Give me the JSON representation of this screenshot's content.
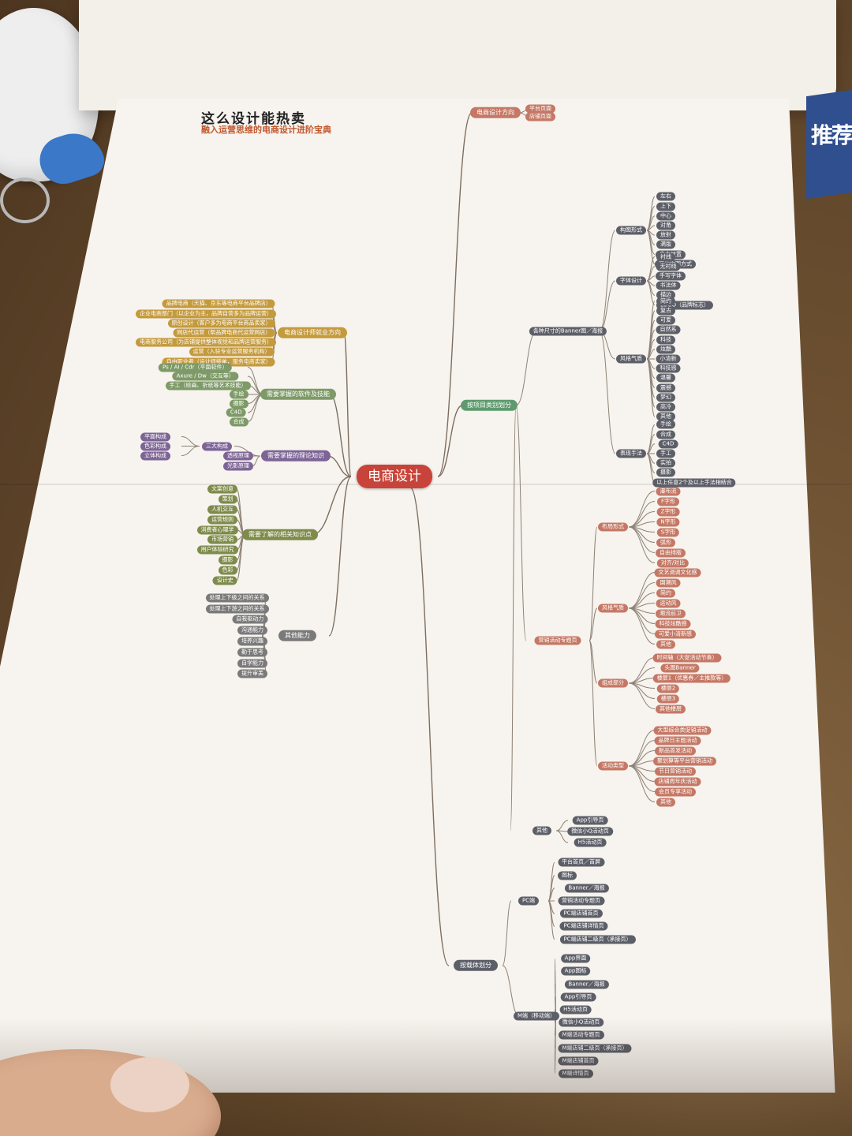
{
  "title": "这么设计能热卖",
  "subtitle": "融入运营思维的电商设计进阶宝典",
  "spine_text": "推荐",
  "colors": {
    "root": "#c8443a",
    "gold": "#c49a3d",
    "olive": "#7d9a67",
    "purple": "#7d6496",
    "greenish": "#7e8b4b",
    "gray": "#7a7a7a",
    "green": "#5e9a6e",
    "salmon": "#c57865",
    "slate": "#5d5f68",
    "teal": "#6aa290"
  },
  "mindmap": {
    "root": "电商设计",
    "left": [
      {
        "label": "电商设计师就业方向",
        "color": "gold",
        "children": [
          "品牌电商（天猫、京东等电商平台品牌店）",
          "企业电商部门（以企业为主，品牌自营多为品牌运营）",
          "原创设计（客户多为电商平台商品卖家）",
          "网店代运营（帮品牌电商代运营网店）",
          "电商服务公司（为店铺提供整体视觉和品牌运营服务）",
          "运营（入驻专业运营服务机构）",
          "自由职业者（设计师接单，服务电商卖家）"
        ]
      },
      {
        "label": "需要掌握的软件及技能",
        "color": "olive",
        "children": [
          "Ps / AI / Cdr（平面软件）",
          "Axure / Dw（交互等）",
          "手工（绘画、折纸等艺术技能）",
          "手绘",
          "摄影",
          "C4D",
          "合成"
        ]
      },
      {
        "label": "需要掌握的理论知识",
        "color": "purple",
        "groups": [
          {
            "label": "三大构成",
            "children": [
              "平面构成",
              "色彩构成",
              "立体构成"
            ]
          }
        ],
        "children": [
          "透视原理",
          "光影原理"
        ]
      },
      {
        "label": "需要了解的相关知识点",
        "color": "greenish",
        "children": [
          "文案创意",
          "策划",
          "人机交互",
          "运营规则",
          "消费者心理学",
          "市场营销",
          "用户体验研究",
          "摄影",
          "色彩",
          "设计史"
        ]
      },
      {
        "label": "其他能力",
        "color": "gray",
        "children": [
          "处理上下级之间的关系",
          "处理上下游之间的关系",
          "自我驱动力",
          "沟通能力",
          "培养兴趣",
          "勤于思考",
          "自学能力",
          "提升审美"
        ]
      }
    ],
    "right": [
      {
        "label": "电商设计方向",
        "color": "salmon",
        "children": [
          "平台页面",
          "店铺页面"
        ]
      },
      {
        "label": "按项目类别划分",
        "color": "green",
        "groups": [
          {
            "label": "各种尺寸的Banner图／海报",
            "color": "slate",
            "groups": [
              {
                "label": "构图形式",
                "children": [
                  "左右",
                  "上下",
                  "中心",
                  "对角",
                  "放射",
                  "满版",
                  "自由放置",
                  "其他构图方式"
                ]
              },
              {
                "label": "字体设计",
                "children": [
                  "衬线",
                  "无衬线",
                  "手写字体",
                  "书法体",
                  "描边",
                  "LOGO（品牌标志）"
                ]
              },
              {
                "label": "风格气质",
                "children": [
                  "简约",
                  "复古",
                  "可爱",
                  "自然系",
                  "科技",
                  "炫酷",
                  "小清新",
                  "科技感",
                  "温馨",
                  "震撼",
                  "梦幻",
                  "高冷",
                  "其他"
                ]
              },
              {
                "label": "表现手法",
                "children": [
                  "手绘",
                  "合成",
                  "C4D",
                  "手工",
                  "实拍",
                  "摄影",
                  "以上任意2个及以上手法相结合"
                ]
              }
            ]
          },
          {
            "label": "营销活动专题页",
            "color": "salmon",
            "groups": [
              {
                "label": "布局形式",
                "children": [
                  "瀑布流",
                  "F字形",
                  "Z字形",
                  "N字形",
                  "S字形",
                  "弧形",
                  "自由排版",
                  "对齐/对比"
                ]
              },
              {
                "label": "风格气质",
                "children": [
                  "文艺调调文化感",
                  "国潮风",
                  "简约",
                  "运动风",
                  "潮流前卫",
                  "科技炫酷感",
                  "可爱小清新感",
                  "其他"
                ]
              },
              {
                "label": "组成部分",
                "children": [
                  "时间轴（大促活动节奏）",
                  "头图Banner",
                  "楼层1（优惠券／主推款等）",
                  "楼层2",
                  "楼层3",
                  "其他楼层"
                ]
              },
              {
                "label": "活动类型",
                "children": [
                  "大型综合类促销活动",
                  "品牌日主题活动",
                  "新品首发活动",
                  "聚划算等平台营销活动",
                  "节日营销活动",
                  "店铺周年庆活动",
                  "会员专享活动",
                  "其他"
                ]
              }
            ]
          },
          {
            "label": "其他",
            "color": "slate",
            "children": [
              "App引导页",
              "微信小Q活动页",
              "H5活动页"
            ]
          }
        ]
      },
      {
        "label": "按载体划分",
        "color": "slate",
        "groups": [
          {
            "label": "PC端",
            "children": [
              "平台首页／首屏",
              "图标",
              "Banner／海报",
              "营销活动专题页",
              "PC端店铺首页",
              "PC端店铺详情页",
              "PC端店铺二级页（承接页）"
            ]
          },
          {
            "label": "M端（移动端）",
            "children": [
              "App界面",
              "App图标",
              "Banner／海报",
              "App引导页",
              "H5活动页",
              "微信小Q活动页",
              "M端活动专题页",
              "M端店铺二级页（承接页）",
              "M端店铺首页",
              "M端详情页"
            ]
          }
        ]
      }
    ]
  }
}
